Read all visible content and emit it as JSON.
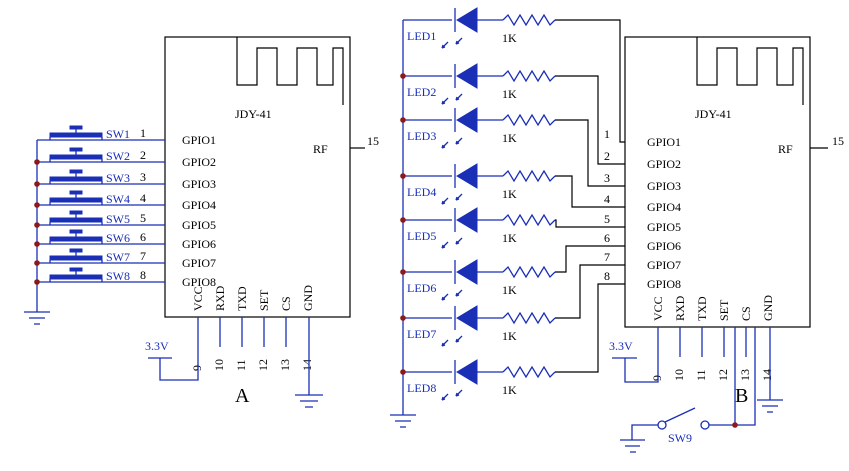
{
  "module_name": "JDY-41",
  "gpio_labels": [
    "GPIO1",
    "GPIO2",
    "GPIO3",
    "GPIO4",
    "GPIO5",
    "GPIO6",
    "GPIO7",
    "GPIO8"
  ],
  "bottom_pins": [
    "VCC",
    "RXD",
    "TXD",
    "SET",
    "CS",
    "GND"
  ],
  "bottom_pin_numbers": [
    "9",
    "10",
    "11",
    "12",
    "13",
    "14"
  ],
  "gpio_pin_numbers": [
    "1",
    "2",
    "3",
    "4",
    "5",
    "6",
    "7",
    "8"
  ],
  "rf": {
    "label": "RF",
    "pin": "15"
  },
  "power_label": "3.3V",
  "switches": [
    "SW1",
    "SW2",
    "SW3",
    "SW4",
    "SW5",
    "SW6",
    "SW7",
    "SW8"
  ],
  "leds": [
    "LED1",
    "LED2",
    "LED3",
    "LED4",
    "LED5",
    "LED6",
    "LED7",
    "LED8"
  ],
  "resistor_value": "1K",
  "sw9": "SW9",
  "circuit_a": "A",
  "circuit_b": "B"
}
